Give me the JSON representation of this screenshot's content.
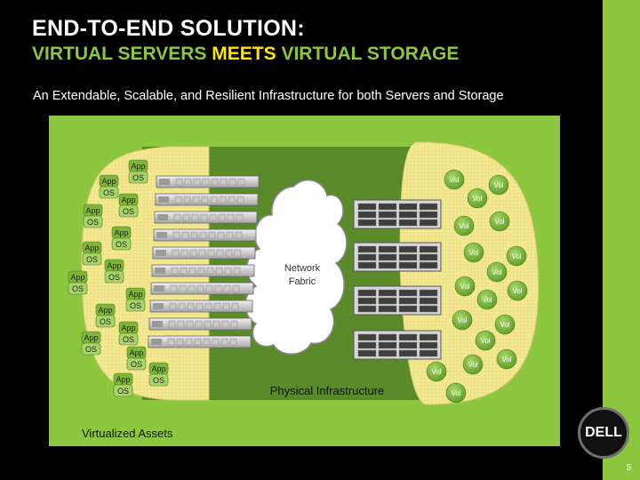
{
  "title": {
    "line1": "END-TO-END SOLUTION:",
    "line2_part1": "VIRTUAL SERVERS",
    "line2_highlight": "MEETS",
    "line2_part2": "VIRTUAL STORAGE"
  },
  "subtitle": "An Extendable, Scalable, and Resilient Infrastructure for both Servers and Storage",
  "diagram": {
    "network_label_line1": "Network",
    "network_label_line2": "Fabric",
    "physical_label": "Physical Infrastructure",
    "virtual_label": "Virtualized Assets",
    "app_label": "App",
    "os_label": "OS",
    "vol_label": "Vol"
  },
  "colors": {
    "brand_green": "#8dc63f",
    "highlight_yellow": "#ffe500",
    "panel_green": "#8dc63f",
    "inner_green": "#5a8a2a",
    "pool_fill": "#f3e890"
  },
  "logo_text": "DELL",
  "page_number": "5"
}
